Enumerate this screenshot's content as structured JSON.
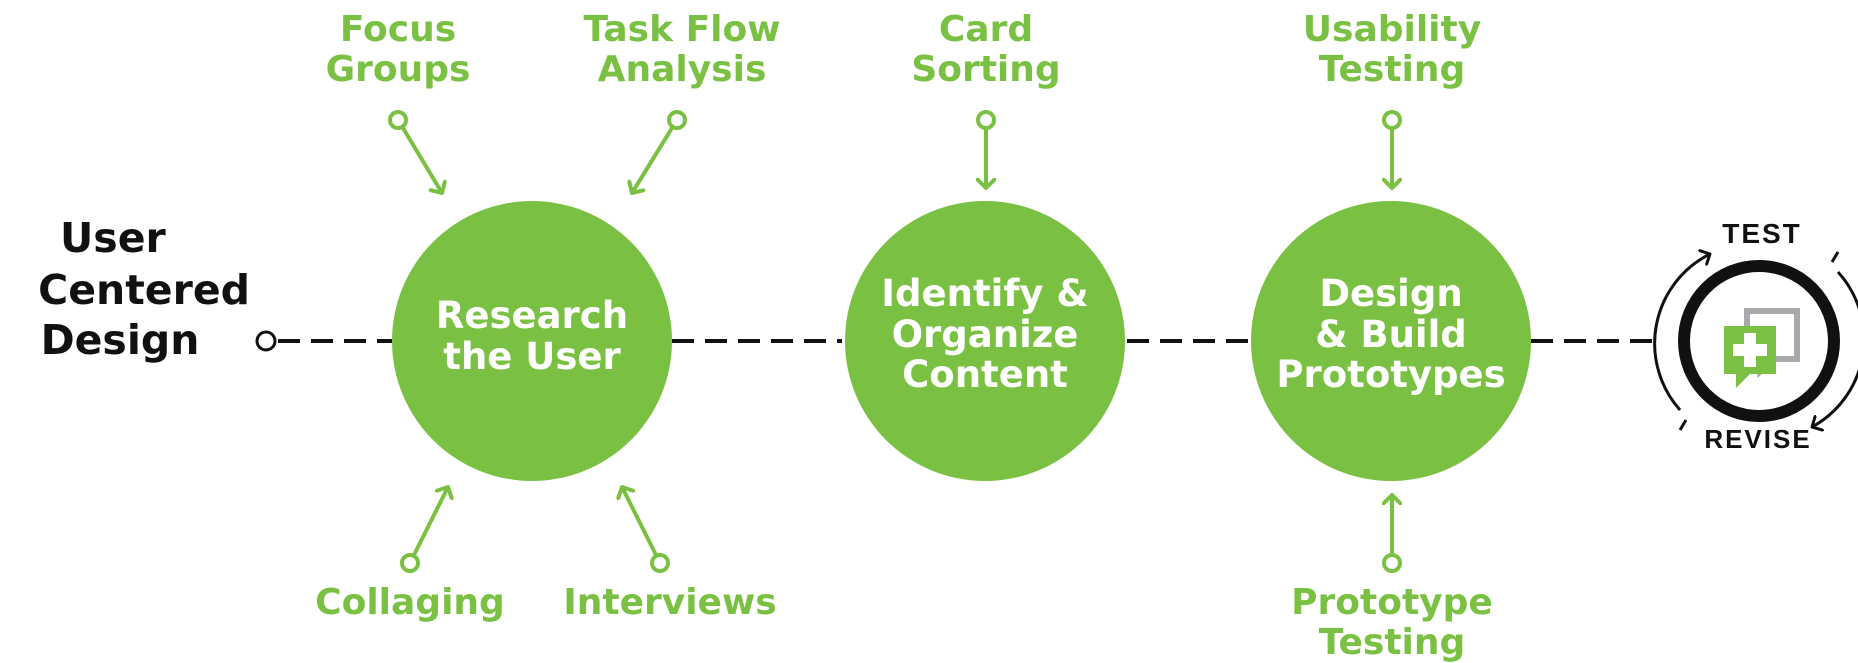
{
  "start": {
    "line1": "User",
    "line2": "Centered",
    "line3": "Design"
  },
  "stages": [
    {
      "label": "Research\nthe User"
    },
    {
      "label": "Identify &\nOrganize\nContent"
    },
    {
      "label": "Design\n& Build\nPrototypes"
    }
  ],
  "methods": {
    "focus_groups": "Focus\nGroups",
    "task_flow": "Task Flow\nAnalysis",
    "card_sorting": "Card\nSorting",
    "usability_testing": "Usability\nTesting",
    "collaging": "Collaging",
    "interviews": "Interviews",
    "prototype_testing": "Prototype Testing"
  },
  "cycle": {
    "top_label": "TEST",
    "bottom_label": "REVISE"
  },
  "colors": {
    "accent": "#7ac143",
    "icon_gray": "#a7a9ac",
    "dark": "#111111"
  }
}
